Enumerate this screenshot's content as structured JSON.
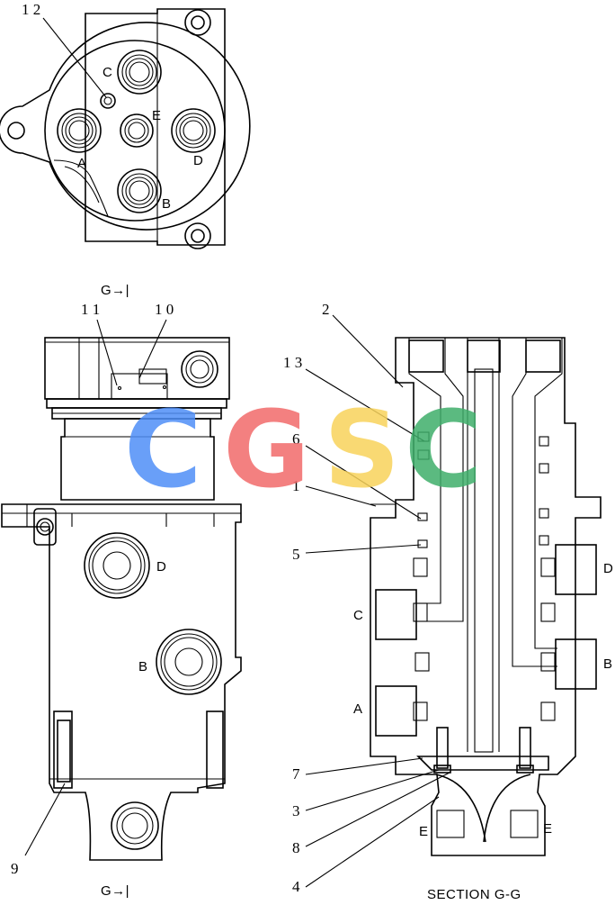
{
  "top_view": {
    "callout_12": "1 2",
    "port_c": "C",
    "port_e": "E",
    "port_a": "A",
    "port_d": "D",
    "port_b": "B"
  },
  "front_view": {
    "section_marker_top": "G→|",
    "section_marker_bottom": "G→|",
    "callout_11": "1 1",
    "callout_10": "1 0",
    "callout_9": "9",
    "port_d": "D",
    "port_b": "B"
  },
  "section_view": {
    "callout_2": "2",
    "callout_13": "1 3",
    "callout_6": "6",
    "callout_1": "1",
    "callout_5": "5",
    "callout_7": "7",
    "callout_3": "3",
    "callout_8": "8",
    "callout_4": "4",
    "port_c": "C",
    "port_a": "A",
    "port_d": "D",
    "port_b": "B",
    "port_e_left": "E",
    "port_e_right": "E",
    "caption": "SECTION  G-G"
  },
  "watermark": {
    "letter_1": "C",
    "letter_2": "G",
    "letter_3": "S",
    "letter_4": "C",
    "color_1": "#4f8ff7",
    "color_2": "#f26b6b",
    "color_3": "#f8d35b",
    "color_4": "#3fae6a"
  }
}
